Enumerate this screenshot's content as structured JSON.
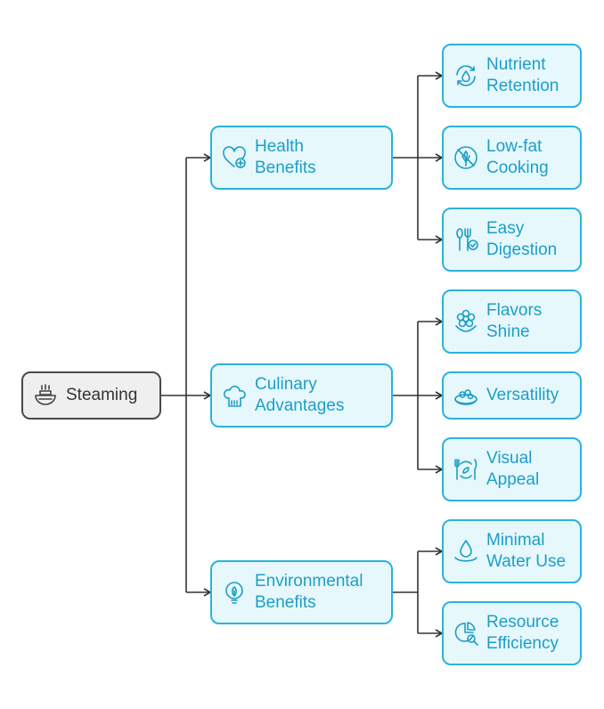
{
  "root": {
    "label": "Steaming",
    "icon": "steamer-icon"
  },
  "branches": [
    {
      "label": "Health\nBenefits",
      "icon": "heart-plus-icon",
      "children": [
        {
          "label": "Nutrient\nRetention",
          "icon": "recycle-drop-icon"
        },
        {
          "label": "Low-fat\nCooking",
          "icon": "no-fat-icon"
        },
        {
          "label": "Easy\nDigestion",
          "icon": "fork-check-icon"
        }
      ]
    },
    {
      "label": "Culinary\nAdvantages",
      "icon": "chef-hat-icon",
      "children": [
        {
          "label": "Flavors\nShine",
          "icon": "flower-icon"
        },
        {
          "label": "Versatility",
          "icon": "food-bowl-icon"
        },
        {
          "label": "Visual\nAppeal",
          "icon": "plate-leaf-icon"
        }
      ]
    },
    {
      "label": "Environmental\nBenefits",
      "icon": "leaf-bulb-icon",
      "children": [
        {
          "label": "Minimal\nWater Use",
          "icon": "water-drop-icon"
        },
        {
          "label": "Resource\nEfficiency",
          "icon": "resource-chart-icon"
        }
      ]
    }
  ],
  "colors": {
    "accent": "#2bb3d9",
    "accent_fill": "#e6f8fc",
    "accent_text": "#1d9ec7",
    "root_border": "#4a4a4a",
    "root_fill": "#efefef",
    "connector": "#333333"
  }
}
